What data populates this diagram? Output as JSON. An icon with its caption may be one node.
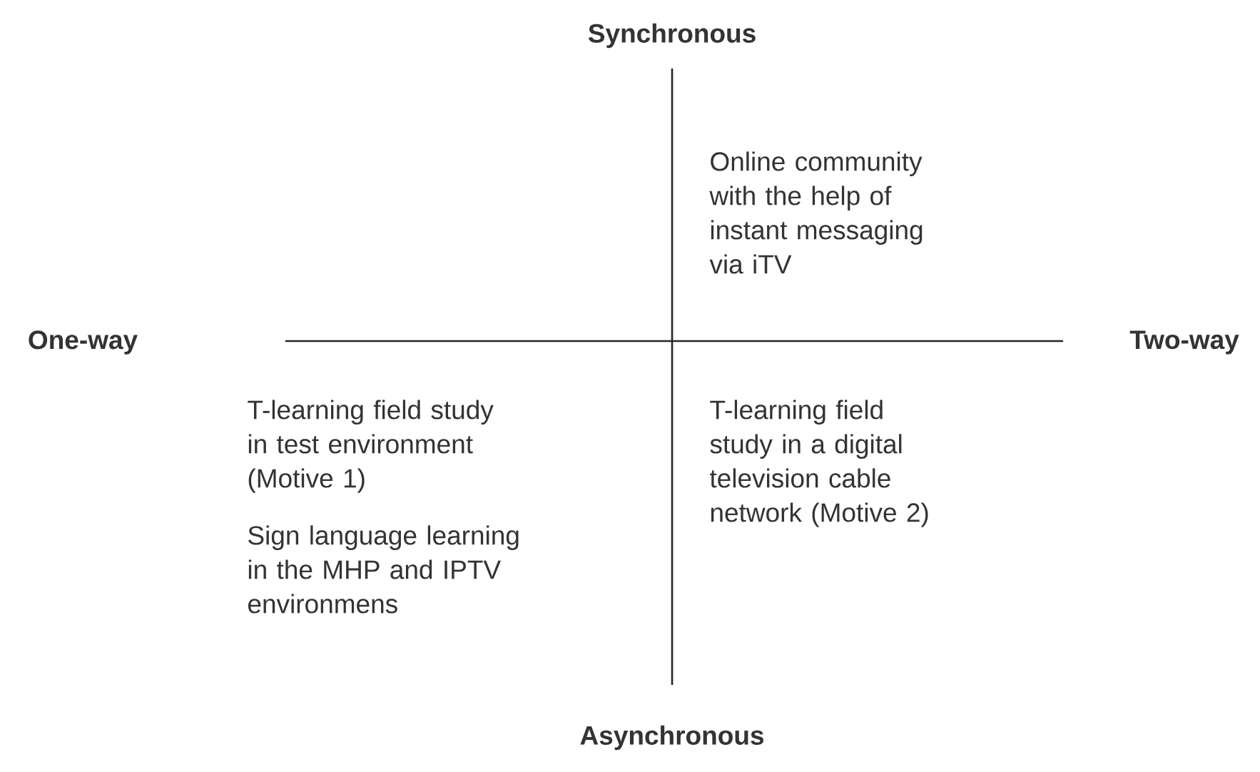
{
  "diagram": {
    "labels": [
      "Synchronous",
      "Online community with the help of instant messaging via iTV",
      "One-way",
      "Two-way",
      "T-learning field study in test environment (Motive 1)",
      "Sign language learning in the MHP and IPTV environmens",
      "T-learning field study in a digital television cable network (Motive 2)",
      "Asynchronous"
    ]
  }
}
